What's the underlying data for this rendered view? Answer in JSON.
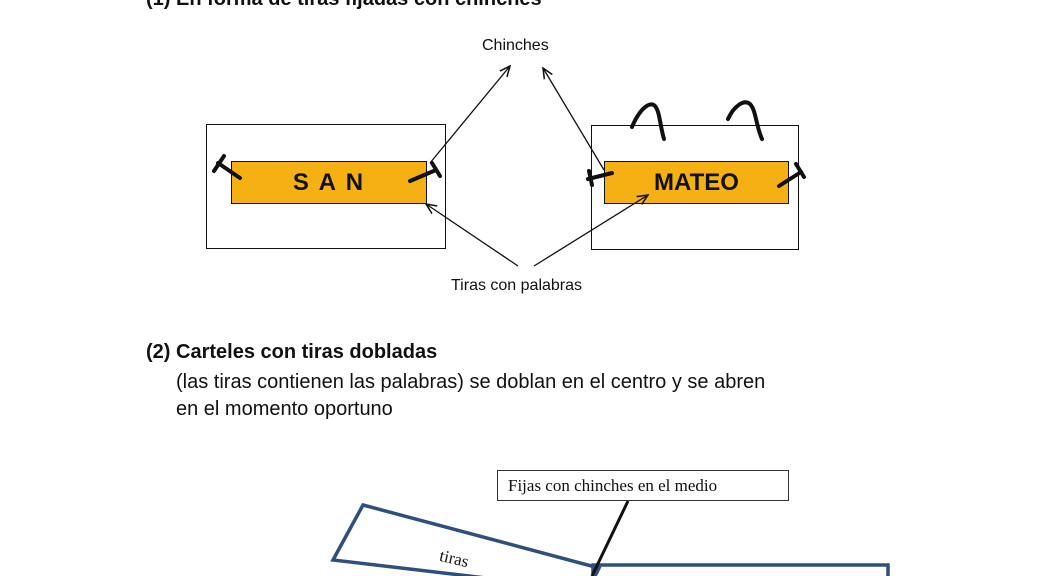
{
  "section1": {
    "heading": "(1) En forma de tiras fijadas con chinches",
    "label_chinches": "Chinches",
    "label_tiras": "Tiras con palabras",
    "strip_left": "S A N",
    "strip_right": "MATEO"
  },
  "section2": {
    "heading": "(2) Carteles con tiras dobladas",
    "desc_line1": "(las tiras contienen las palabras) se doblan en el centro y se abren",
    "desc_line2": "en el momento oportuno",
    "callout": "Fijas con chinches en el medio",
    "tilted_label": "tiras"
  },
  "colors": {
    "strip_fill": "#f5b114",
    "tilted_outline": "#2f4f7f"
  }
}
